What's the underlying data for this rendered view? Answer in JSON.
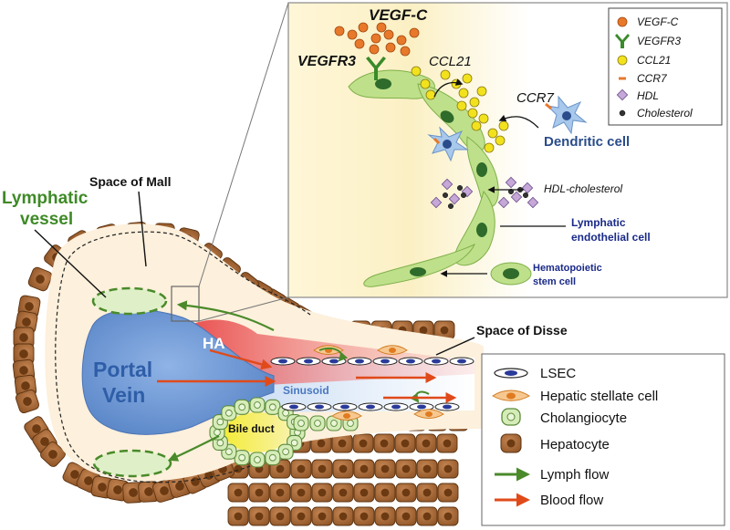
{
  "labels": {
    "lymphatic_line1": "Lymphatic",
    "lymphatic_line2": "vessel",
    "space_of_mall": "Space of Mall",
    "space_of_disse": "Space of Disse",
    "ha": "HA",
    "portal_line1": "Portal",
    "portal_line2": "Vein",
    "sinusoid": "Sinusoid",
    "bile_duct": "Bile duct"
  },
  "inset": {
    "vegfc": "VEGF-C",
    "vegfr3": "VEGFR3",
    "ccl21": "CCL21",
    "ccr7": "CCR7",
    "dendritic_cell": "Dendritic cell",
    "hdl_cholesterol": "HDL-cholesterol",
    "lec_line1": "Lymphatic",
    "lec_line2": "endothelial cell",
    "hsc_line1": "Hematopoietic",
    "hsc_line2": "stem cell"
  },
  "inset_legend": [
    "VEGF-C",
    "VEGFR3",
    "CCL21",
    "CCR7",
    "HDL",
    "Cholesterol"
  ],
  "main_legend": [
    "LSEC",
    "Hepatic stellate cell",
    "Cholangiocyte",
    "Hepatocyte",
    "Lymph flow",
    "Blood flow"
  ],
  "colors": {
    "hepatocyte": "#a0622f",
    "hepatocyte_nucleus": "#6b3a12",
    "lymph": "#4a8a2a",
    "blood": "#e04a1a",
    "portal_vein": "#6a93d0",
    "lec": "#bfe08a",
    "cholangiocyte": "#d6ecb8",
    "vegfc": "#e8782a",
    "ccl21": "#f2e21e",
    "hdl": "#c6a8d8",
    "dendritic": "#2a4c8a",
    "stellate": "#f0a050"
  }
}
